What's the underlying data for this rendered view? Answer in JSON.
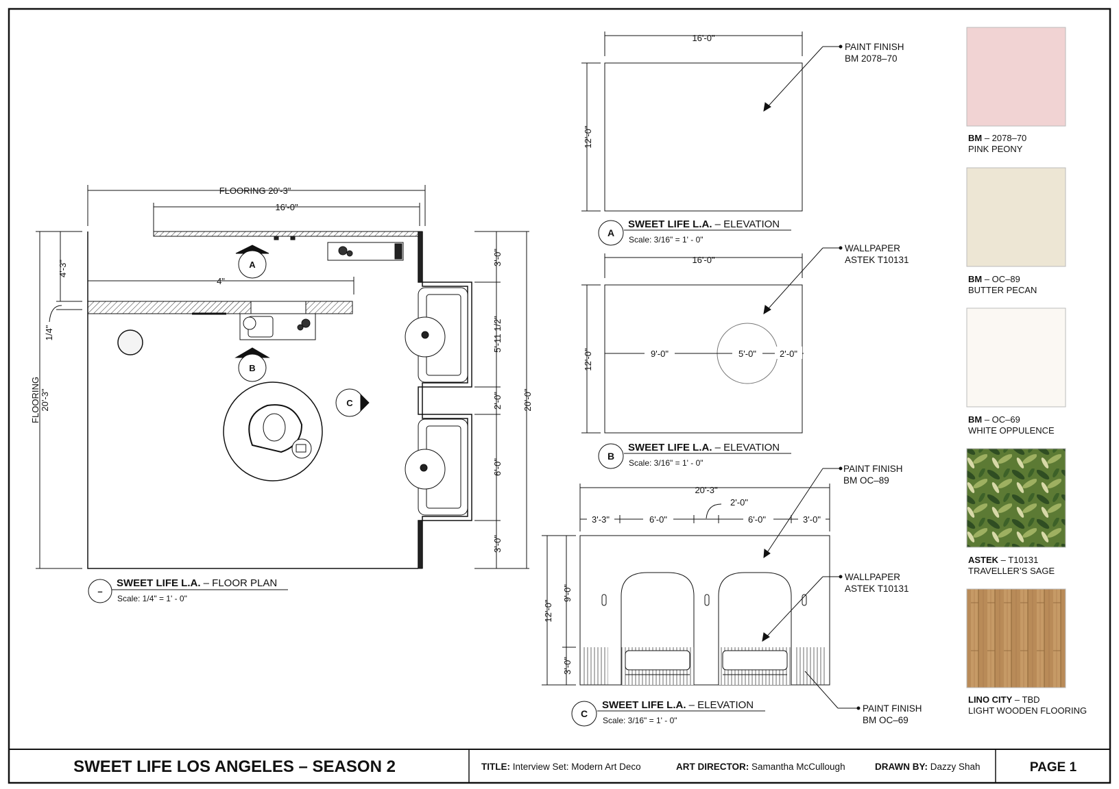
{
  "floor_plan": {
    "title_bold": "SWEET LIFE L.A.",
    "title_rest": " – FLOOR PLAN",
    "scale": "Scale:  1/4\" = 1' - 0\"",
    "marker": "–",
    "dims": {
      "flooring_top": "FLOORING 20'-3\"",
      "top_16": "16'-0\"",
      "left_4_3": "4'-3\"",
      "left_quarter": "1/4\"",
      "flooring_left_1": "FLOORING",
      "flooring_left_2": "20'-3\"",
      "inner_4": "4\"",
      "r_3_0_top": "3'-0\"",
      "r_5_11": "5'-11 1/2\"",
      "r_2_0": "2'-0\"",
      "r_6_0": "6'-0\"",
      "r_3_0_bot": "3'-0\"",
      "r_20_0": "20'-0\""
    },
    "view_markers": {
      "a": "A",
      "b": "B",
      "c": "C"
    }
  },
  "elevation_a": {
    "marker": "A",
    "title_bold": "SWEET LIFE L.A.",
    "title_rest": " – ELEVATION",
    "scale": "Scale:  3/16\" = 1' - 0\"",
    "width": "16'-0\"",
    "height": "12'-0\"",
    "note_line1": "PAINT FINISH",
    "note_line2": "BM 2078–70"
  },
  "elevation_b": {
    "marker": "B",
    "title_bold": "SWEET LIFE L.A.",
    "title_rest": " – ELEVATION",
    "scale": "Scale:  3/16\" = 1' - 0\"",
    "width": "16'-0\"",
    "height": "12'-0\"",
    "d1": "9'-0\"",
    "d2": "5'-0\"",
    "d3": "2'-0\"",
    "note_line1": "WALLPAPER",
    "note_line2": "ASTEK T10131"
  },
  "elevation_c": {
    "marker": "C",
    "title_bold": "SWEET LIFE L.A.",
    "title_rest": " – ELEVATION",
    "scale": "Scale:  3/16\" = 1' - 0\"",
    "width": "20'-3\"",
    "gap": "2'-0\"",
    "seg1": "3'-3\"",
    "seg2": "6'-0\"",
    "seg3": "6'-0\"",
    "seg4": "3'-0\"",
    "h_total": "12'-0\"",
    "h_upper": "9'-0\"",
    "h_lower": "3'-0\"",
    "note1_line1": "PAINT FINISH",
    "note1_line2": "BM OC–89",
    "note2_line1": "WALLPAPER",
    "note2_line2": "ASTEK T10131",
    "note3_line1": "PAINT FINISH",
    "note3_line2": "BM OC–69"
  },
  "swatches": [
    {
      "brand": "BM",
      "code": " – 2078–70",
      "name": "PINK PEONY",
      "color": "#f1d3d3"
    },
    {
      "brand": "BM",
      "code": " – OC–89",
      "name": "BUTTER PECAN",
      "color": "#ede6d4"
    },
    {
      "brand": "BM",
      "code": " – OC–69",
      "name": "WHITE OPPULENCE",
      "color": "#fbf8f3"
    },
    {
      "brand": "ASTEK",
      "code": " – T10131",
      "name": "TRAVELLER’S SAGE",
      "color": "#6e8b3d"
    },
    {
      "brand": "LINO CITY",
      "code": " – TBD",
      "name": "LIGHT WOODEN FLOORING",
      "color": "#b88a58"
    }
  ],
  "title_block": {
    "project": "SWEET LIFE LOS ANGELES – SEASON 2",
    "title_label": "TITLE:",
    "title_value": " Interview Set: Modern Art Deco",
    "ad_label": "ART DIRECTOR:",
    "ad_value": " Samantha McCullough",
    "drawn_label": "DRAWN BY:",
    "drawn_value": " Dazzy Shah",
    "page": "PAGE 1"
  }
}
